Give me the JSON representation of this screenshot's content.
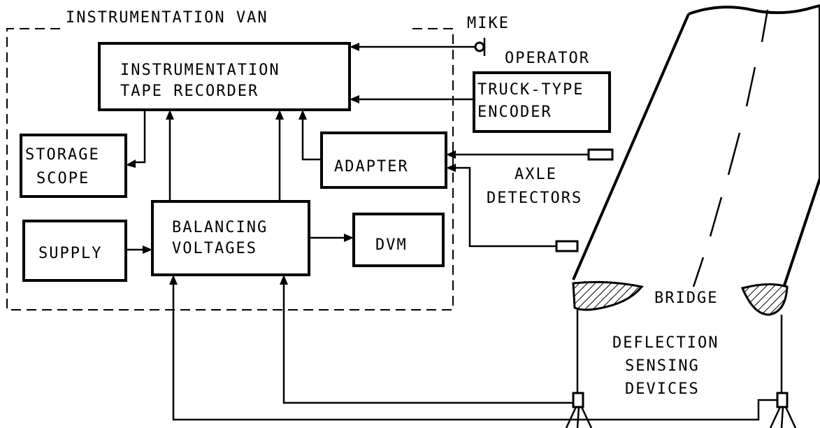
{
  "title": "INSTRUMENTATION VAN",
  "blocks": {
    "tape_recorder": [
      "INSTRUMENTATION",
      "TAPE RECORDER"
    ],
    "storage_scope": [
      "STORAGE",
      "SCOPE"
    ],
    "adapter": "ADAPTER",
    "supply": "SUPPLY",
    "balancing_voltages": [
      "BALANCING",
      "VOLTAGES"
    ],
    "dvm": "DVM",
    "encoder": [
      "TRUCK-TYPE",
      "ENCODER"
    ]
  },
  "labels": {
    "mike": "MIKE",
    "operator": "OPERATOR",
    "axle_detectors": [
      "AXLE",
      "DETECTORS"
    ],
    "bridge": "BRIDGE",
    "deflection": [
      "DEFLECTION",
      "SENSING",
      "DEVICES"
    ]
  }
}
